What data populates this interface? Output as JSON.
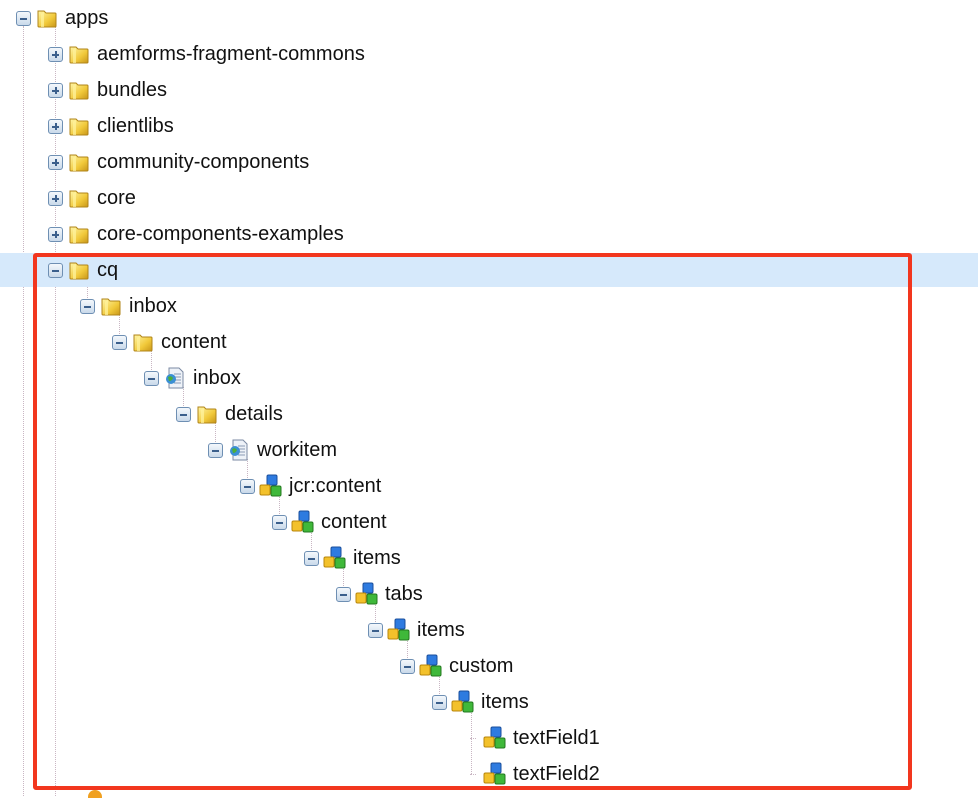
{
  "tree": {
    "nodes": [
      {
        "label": "apps",
        "icon": "folder",
        "depth": 0,
        "toggle": "minus"
      },
      {
        "label": "aemforms-fragment-commons",
        "icon": "folder",
        "depth": 1,
        "toggle": "plus"
      },
      {
        "label": "bundles",
        "icon": "folder",
        "depth": 1,
        "toggle": "plus"
      },
      {
        "label": "clientlibs",
        "icon": "folder",
        "depth": 1,
        "toggle": "plus"
      },
      {
        "label": "community-components",
        "icon": "folder",
        "depth": 1,
        "toggle": "plus"
      },
      {
        "label": "core",
        "icon": "folder",
        "depth": 1,
        "toggle": "plus"
      },
      {
        "label": "core-components-examples",
        "icon": "folder",
        "depth": 1,
        "toggle": "plus"
      },
      {
        "label": "cq",
        "icon": "folder",
        "depth": 1,
        "toggle": "minus",
        "selected": true
      },
      {
        "label": "inbox",
        "icon": "folder",
        "depth": 2,
        "toggle": "minus"
      },
      {
        "label": "content",
        "icon": "folder",
        "depth": 3,
        "toggle": "minus"
      },
      {
        "label": "inbox",
        "icon": "page",
        "depth": 4,
        "toggle": "minus"
      },
      {
        "label": "details",
        "icon": "folder",
        "depth": 5,
        "toggle": "minus"
      },
      {
        "label": "workitem",
        "icon": "page",
        "depth": 6,
        "toggle": "minus"
      },
      {
        "label": "jcr:content",
        "icon": "node",
        "depth": 7,
        "toggle": "minus"
      },
      {
        "label": "content",
        "icon": "node",
        "depth": 8,
        "toggle": "minus"
      },
      {
        "label": "items",
        "icon": "node",
        "depth": 9,
        "toggle": "minus"
      },
      {
        "label": "tabs",
        "icon": "node",
        "depth": 10,
        "toggle": "minus"
      },
      {
        "label": "items",
        "icon": "node",
        "depth": 11,
        "toggle": "minus"
      },
      {
        "label": "custom",
        "icon": "node",
        "depth": 12,
        "toggle": "minus"
      },
      {
        "label": "items",
        "icon": "node",
        "depth": 13,
        "toggle": "minus"
      },
      {
        "label": "textField1",
        "icon": "node",
        "depth": 14,
        "toggle": "none"
      },
      {
        "label": "textField2",
        "icon": "node",
        "depth": 14,
        "toggle": "none"
      }
    ]
  },
  "colors": {
    "selection": "#d6e9fb",
    "highlight_border": "#f2361e"
  }
}
